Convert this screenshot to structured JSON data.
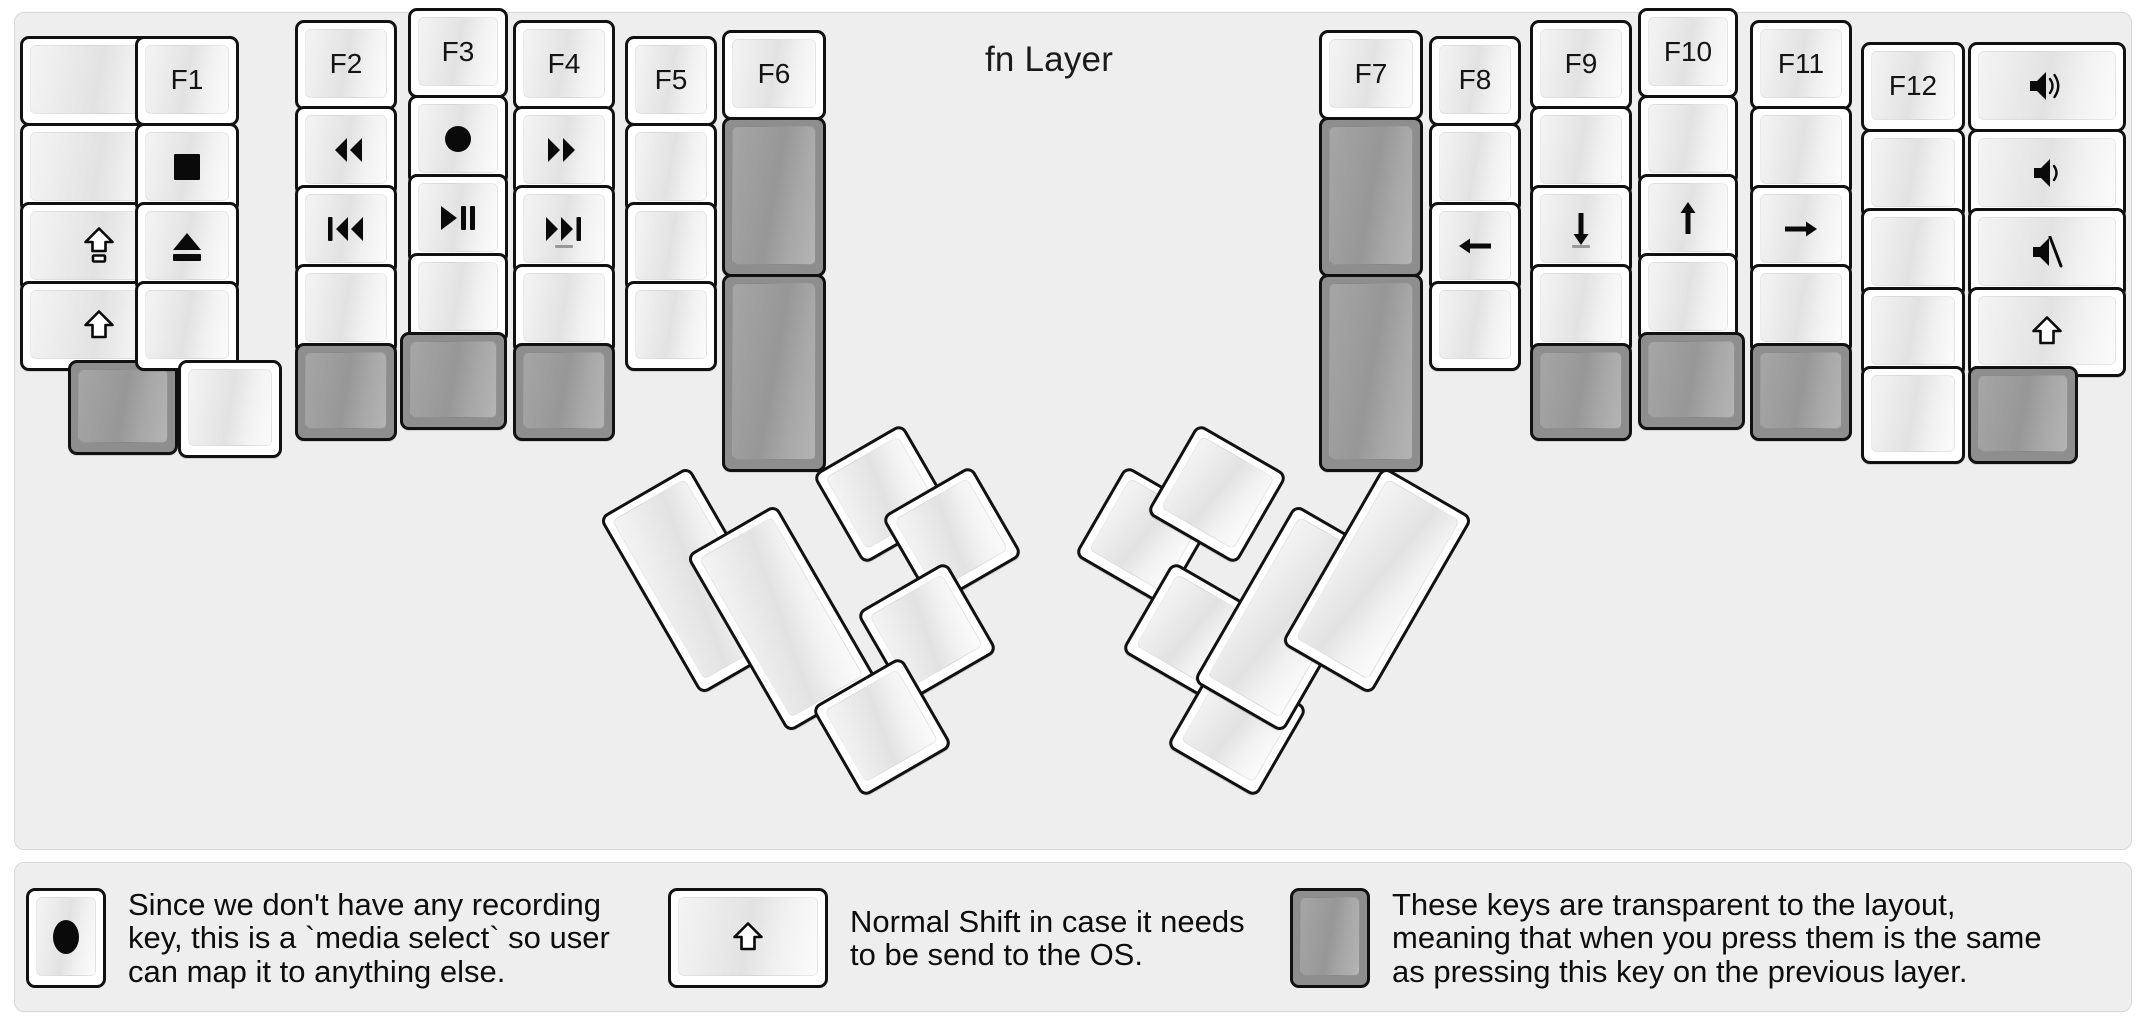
{
  "title": "fn Layer",
  "colors": {
    "panel_bg": "#eeeeee",
    "page_bg": "#ffffff",
    "key_face": "#ebebeb",
    "key_border": "#111111",
    "transparent_key": "#8e8e8e",
    "text": "#0d0d0d"
  },
  "legend_items": [
    {
      "key_glyph": "record-dot",
      "text": "Since we don't have any recording\nkey, this is a `media select` so user\ncan map it to anything else."
    },
    {
      "key_glyph": "shift-arrow",
      "text": "Normal Shift in case it needs\nto be send to the OS."
    },
    {
      "key_glyph": "transparent",
      "text": "These keys are transparent to the layout,\nmeaning that when you press them is the same\nas pressing this key on the previous layer."
    }
  ],
  "left_half": {
    "name": "left-keyboard-half",
    "keys": [
      {
        "id": "l-c1-r1",
        "label": "",
        "glyph": "",
        "transparent": false
      },
      {
        "id": "l-c1-r2",
        "label": "",
        "glyph": "",
        "transparent": false
      },
      {
        "id": "l-c1-r3",
        "label": "",
        "glyph": "caps-lock",
        "transparent": false
      },
      {
        "id": "l-c1-r4",
        "label": "",
        "glyph": "shift",
        "transparent": false
      },
      {
        "id": "l-c1-r5",
        "label": "",
        "glyph": "",
        "transparent": true
      },
      {
        "id": "l-c2-r1",
        "label": "F1",
        "glyph": "",
        "transparent": false
      },
      {
        "id": "l-c2-r2",
        "label": "",
        "glyph": "stop",
        "transparent": false
      },
      {
        "id": "l-c2-r3",
        "label": "",
        "glyph": "eject",
        "transparent": false
      },
      {
        "id": "l-c2-r4",
        "label": "",
        "glyph": "",
        "transparent": false
      },
      {
        "id": "l-c2-r5",
        "label": "",
        "glyph": "",
        "transparent": false
      },
      {
        "id": "l-c3-r1",
        "label": "F2",
        "glyph": "",
        "transparent": false
      },
      {
        "id": "l-c3-r2",
        "label": "",
        "glyph": "rewind",
        "transparent": false
      },
      {
        "id": "l-c3-r3",
        "label": "",
        "glyph": "prev-track",
        "transparent": false
      },
      {
        "id": "l-c3-r4",
        "label": "",
        "glyph": "",
        "transparent": false
      },
      {
        "id": "l-c3-r5",
        "label": "",
        "glyph": "",
        "transparent": true
      },
      {
        "id": "l-c4-r1",
        "label": "F3",
        "glyph": "",
        "transparent": false
      },
      {
        "id": "l-c4-r2",
        "label": "",
        "glyph": "record",
        "transparent": false
      },
      {
        "id": "l-c4-r3",
        "label": "",
        "glyph": "play-pause",
        "transparent": false
      },
      {
        "id": "l-c4-r4",
        "label": "",
        "glyph": "",
        "transparent": false
      },
      {
        "id": "l-c4-r5",
        "label": "",
        "glyph": "",
        "transparent": true
      },
      {
        "id": "l-c5-r1",
        "label": "F4",
        "glyph": "",
        "transparent": false
      },
      {
        "id": "l-c5-r2",
        "label": "",
        "glyph": "fast-forward",
        "transparent": false
      },
      {
        "id": "l-c5-r3",
        "label": "",
        "glyph": "next-track",
        "transparent": false,
        "submark": true
      },
      {
        "id": "l-c5-r4",
        "label": "",
        "glyph": "",
        "transparent": false
      },
      {
        "id": "l-c5-r5",
        "label": "",
        "glyph": "",
        "transparent": true
      },
      {
        "id": "l-c6-r1",
        "label": "F5",
        "glyph": "",
        "transparent": false
      },
      {
        "id": "l-c6-r2",
        "label": "",
        "glyph": "",
        "transparent": false
      },
      {
        "id": "l-c6-r3",
        "label": "",
        "glyph": "",
        "transparent": false
      },
      {
        "id": "l-c6-r4",
        "label": "",
        "glyph": "",
        "transparent": false
      },
      {
        "id": "l-c7-r1",
        "label": "F6",
        "glyph": "",
        "transparent": false
      },
      {
        "id": "l-c7-r2",
        "label": "",
        "glyph": "",
        "transparent": true
      },
      {
        "id": "l-c7-r3",
        "label": "",
        "glyph": "",
        "transparent": true
      }
    ],
    "thumb_keys": [
      {
        "id": "l-t1",
        "label": "",
        "glyph": "",
        "transparent": false
      },
      {
        "id": "l-t2",
        "label": "",
        "glyph": "",
        "transparent": false
      },
      {
        "id": "l-t3",
        "label": "",
        "glyph": "",
        "transparent": false
      },
      {
        "id": "l-t4",
        "label": "",
        "glyph": "",
        "transparent": false
      },
      {
        "id": "l-t5",
        "label": "",
        "glyph": "",
        "transparent": false
      },
      {
        "id": "l-t6",
        "label": "",
        "glyph": "",
        "transparent": false
      }
    ]
  },
  "right_half": {
    "name": "right-keyboard-half",
    "keys": [
      {
        "id": "r-c1-r1",
        "label": "F7",
        "glyph": "",
        "transparent": false
      },
      {
        "id": "r-c1-r2",
        "label": "",
        "glyph": "",
        "transparent": true
      },
      {
        "id": "r-c1-r3",
        "label": "",
        "glyph": "",
        "transparent": true
      },
      {
        "id": "r-c2-r1",
        "label": "F8",
        "glyph": "",
        "transparent": false
      },
      {
        "id": "r-c2-r2",
        "label": "",
        "glyph": "",
        "transparent": false
      },
      {
        "id": "r-c2-r3",
        "label": "",
        "glyph": "arrow-left",
        "transparent": false
      },
      {
        "id": "r-c2-r4",
        "label": "",
        "glyph": "",
        "transparent": false
      },
      {
        "id": "r-c3-r1",
        "label": "F9",
        "glyph": "",
        "transparent": false
      },
      {
        "id": "r-c3-r2",
        "label": "",
        "glyph": "",
        "transparent": false
      },
      {
        "id": "r-c3-r3",
        "label": "",
        "glyph": "arrow-down",
        "transparent": false,
        "submark": true
      },
      {
        "id": "r-c3-r4",
        "label": "",
        "glyph": "",
        "transparent": false
      },
      {
        "id": "r-c3-r5",
        "label": "",
        "glyph": "",
        "transparent": true
      },
      {
        "id": "r-c4-r1",
        "label": "F10",
        "glyph": "",
        "transparent": false
      },
      {
        "id": "r-c4-r2",
        "label": "",
        "glyph": "",
        "transparent": false
      },
      {
        "id": "r-c4-r3",
        "label": "",
        "glyph": "arrow-up",
        "transparent": false
      },
      {
        "id": "r-c4-r4",
        "label": "",
        "glyph": "",
        "transparent": false
      },
      {
        "id": "r-c4-r5",
        "label": "",
        "glyph": "",
        "transparent": true
      },
      {
        "id": "r-c5-r1",
        "label": "F11",
        "glyph": "",
        "transparent": false
      },
      {
        "id": "r-c5-r2",
        "label": "",
        "glyph": "",
        "transparent": false
      },
      {
        "id": "r-c5-r3",
        "label": "",
        "glyph": "arrow-right",
        "transparent": false
      },
      {
        "id": "r-c5-r4",
        "label": "",
        "glyph": "",
        "transparent": false
      },
      {
        "id": "r-c5-r5",
        "label": "",
        "glyph": "",
        "transparent": true
      },
      {
        "id": "r-c6-r1",
        "label": "F12",
        "glyph": "",
        "transparent": false
      },
      {
        "id": "r-c6-r2",
        "label": "",
        "glyph": "",
        "transparent": false
      },
      {
        "id": "r-c6-r3",
        "label": "",
        "glyph": "",
        "transparent": false
      },
      {
        "id": "r-c6-r4",
        "label": "",
        "glyph": "",
        "transparent": false
      },
      {
        "id": "r-c7-r1",
        "label": "",
        "glyph": "volume-up",
        "transparent": false
      },
      {
        "id": "r-c7-r2",
        "label": "",
        "glyph": "volume-down",
        "transparent": false
      },
      {
        "id": "r-c7-r3",
        "label": "",
        "glyph": "volume-mute",
        "transparent": false
      },
      {
        "id": "r-c7-r4",
        "label": "",
        "glyph": "shift",
        "transparent": false
      },
      {
        "id": "r-c7-r5",
        "label": "",
        "glyph": "",
        "transparent": true
      }
    ],
    "thumb_keys": [
      {
        "id": "r-t1",
        "label": "",
        "glyph": "",
        "transparent": false
      },
      {
        "id": "r-t2",
        "label": "",
        "glyph": "",
        "transparent": false
      },
      {
        "id": "r-t3",
        "label": "",
        "glyph": "",
        "transparent": false
      },
      {
        "id": "r-t4",
        "label": "",
        "glyph": "",
        "transparent": false
      },
      {
        "id": "r-t5",
        "label": "",
        "glyph": "",
        "transparent": false
      },
      {
        "id": "r-t6",
        "label": "",
        "glyph": "",
        "transparent": false
      }
    ]
  }
}
